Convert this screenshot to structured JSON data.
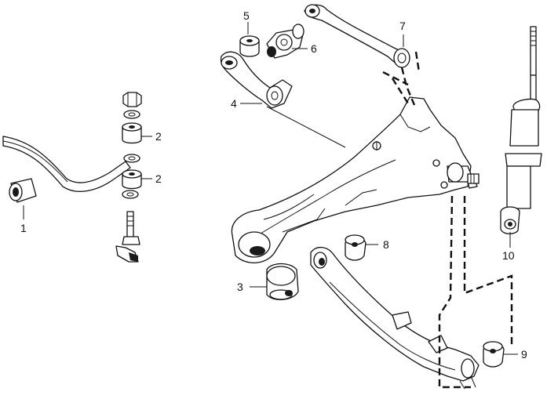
{
  "callouts": {
    "c1": "1",
    "c2a": "2",
    "c2b": "2",
    "c3": "3",
    "c4": "4",
    "c5": "5",
    "c6": "6",
    "c7": "7",
    "c8": "8",
    "c9": "9",
    "c10": "10"
  },
  "colors": {
    "line": "#111111",
    "paper": "#ffffff",
    "fill": "#d9d9d9"
  }
}
